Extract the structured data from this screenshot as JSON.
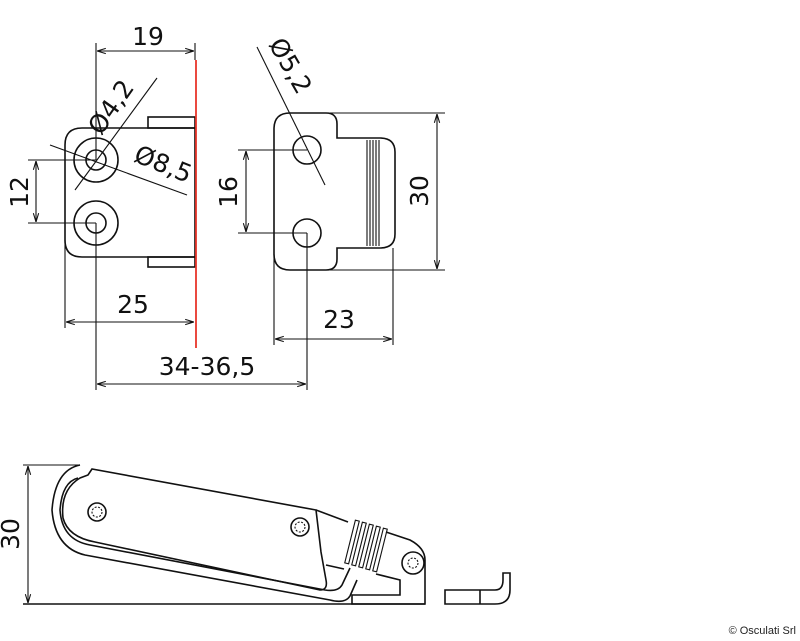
{
  "dimensions": {
    "top_width": "19",
    "hole_small_dia": "Ø4,2",
    "hole_large_dia": "Ø8,5",
    "hole_spacing_left": "12",
    "plate_width": "25",
    "total_span": "34-36,5",
    "keeper_hole_dia": "Ø5,2",
    "hole_spacing_right": "16",
    "keeper_height": "30",
    "keeper_width": "23",
    "side_height": "30"
  },
  "colors": {
    "line": "#111111",
    "mounting_edge": "#e8352a"
  },
  "copyright": "© Osculati Srl"
}
